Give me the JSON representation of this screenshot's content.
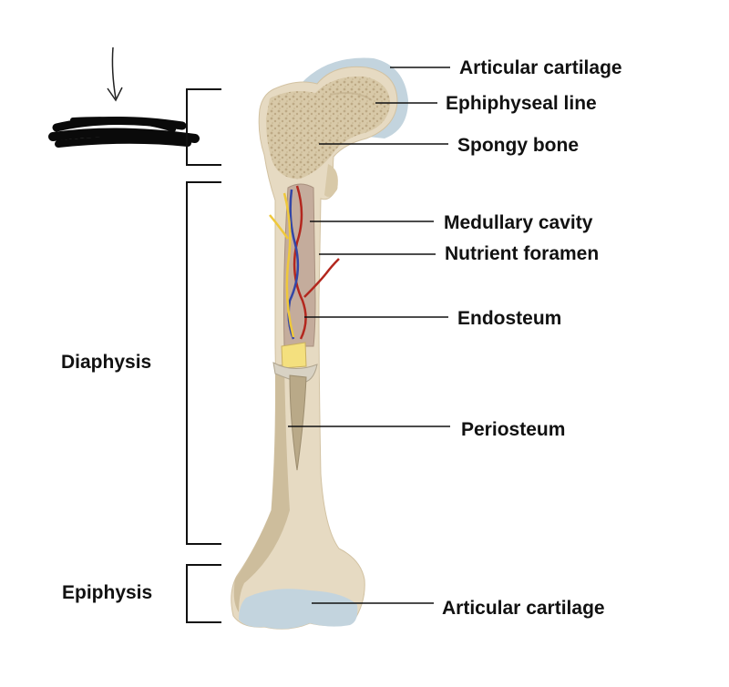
{
  "labels": {
    "articular_cartilage_top": "Articular cartilage",
    "ephiphyseal_line": "Ephiphyseal line",
    "spongy_bone": "Spongy bone",
    "medullary_cavity": "Medullary cavity",
    "nutrient_foramen": "Nutrient foramen",
    "endosteum": "Endosteum",
    "periosteum": "Periosteum",
    "articular_cartilage_bottom": "Articular cartilage",
    "diaphysis": "Diaphysis",
    "epiphysis": "Epiphysis"
  },
  "colors": {
    "bone": "#e6dac2",
    "bone_shadow": "#cdbd9c",
    "spongy": "#c9b894",
    "cartilage": "#c3d4de",
    "vessel_red": "#b3271e",
    "vessel_blue": "#3346a6",
    "nerve_yellow": "#efc83a",
    "marrow": "#f4e07e"
  }
}
